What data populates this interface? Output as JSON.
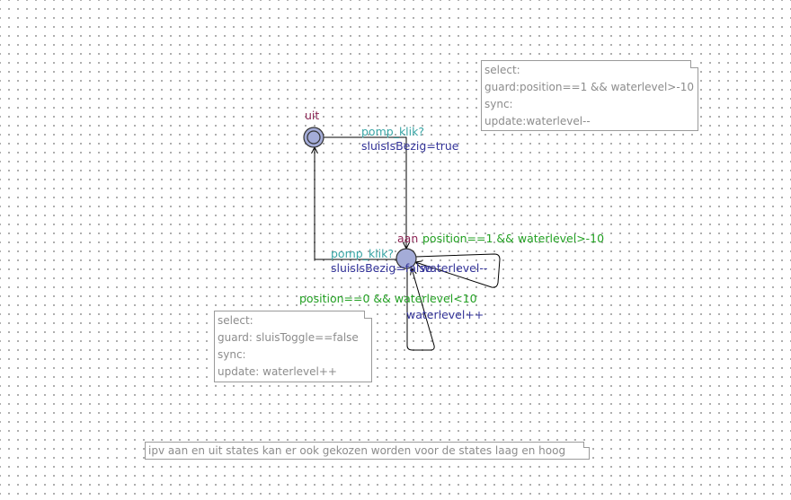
{
  "states": {
    "uit": {
      "name": "uit",
      "initial": true
    },
    "aan": {
      "name": "aan",
      "initial": false
    }
  },
  "edges": {
    "uit_to_aan": {
      "sync": "pomp_klik?",
      "update": "sluisIsBezig=true"
    },
    "aan_to_uit": {
      "sync": "pomp_klik?",
      "update": "sluisIsBezig=false"
    },
    "aan_self_right": {
      "guard": "position==1 && waterlevel>-10",
      "update": "waterlevel--"
    },
    "aan_self_down": {
      "guard": "position==0 && waterlevel<10",
      "update": "waterlevel++"
    }
  },
  "notes": {
    "top": {
      "select": "select:",
      "guard": "guard:position==1 && waterlevel>-10",
      "sync": "sync:",
      "update": "update:waterlevel--"
    },
    "bottom": {
      "select": "select:",
      "guard": "guard: sluisToggle==false",
      "sync": "sync:",
      "update": "update: waterlevel++"
    }
  },
  "comment": "ipv aan en uit states kan er ook gekozen worden voor de states laag en hoog",
  "colors": {
    "state_fill": "#a4acd8",
    "state_stroke": "#333333",
    "edge": "#000000",
    "state_name": "#8b2252",
    "sync": "#3aa6a6",
    "update": "#333399",
    "guard": "#22a022"
  }
}
